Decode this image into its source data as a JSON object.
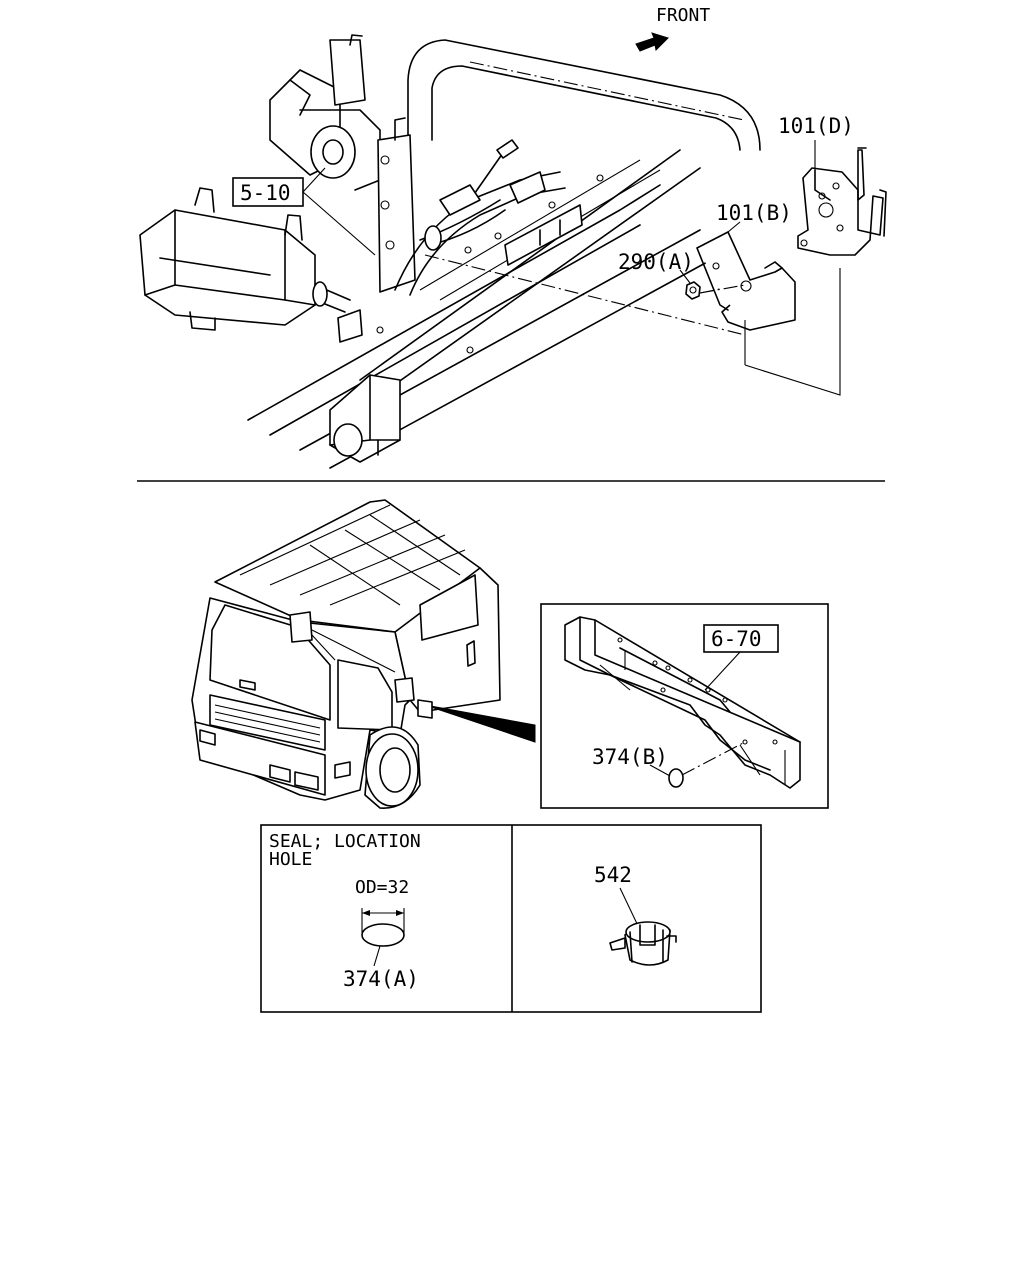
{
  "labels": {
    "front": "FRONT",
    "ref_5_10": "5-10",
    "part_101D": "101(D)",
    "part_101B": "101(B)",
    "part_290A": "290(A)",
    "ref_6_70": "6-70",
    "part_374B": "374(B)",
    "seal_title_line1": "SEAL; LOCATION",
    "seal_title_line2": "HOLE",
    "od": "OD=32",
    "part_374A": "374(A)",
    "part_542": "542"
  }
}
